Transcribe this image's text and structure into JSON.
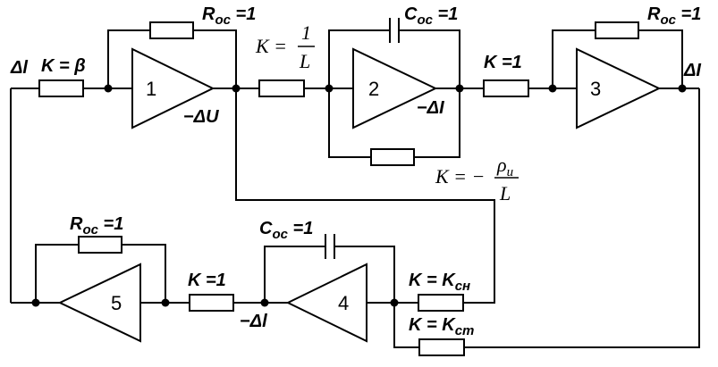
{
  "amplifiers": {
    "a1": "1",
    "a2": "2",
    "a3": "3",
    "a4": "4",
    "a5": "5"
  },
  "labels": {
    "r_oc_1": "R",
    "r_oc_1_sub": "oc",
    "r_oc_1_val": " =1",
    "c_oc_2": "C",
    "c_oc_2_sub": "oc",
    "c_oc_2_val": " =1",
    "r_oc_3": "R",
    "r_oc_3_sub": "oc",
    "r_oc_3_val": " =1",
    "r_oc_5": "R",
    "r_oc_5_sub": "oc",
    "r_oc_5_val": " =1",
    "c_oc_4": "C",
    "c_oc_4_sub": "oc",
    "c_oc_4_val": " =1",
    "k_beta": "K = β",
    "k_1_over_L_k": "K =",
    "k_1_over_L_num": "1",
    "k_1_over_L_den": "L",
    "k_1_mid": "K =1",
    "k_1_bottom": "K =1",
    "k_rho_k": "K = −",
    "k_rho_num": "ρ",
    "k_rho_num_sub": "u",
    "k_rho_den": "L",
    "k_csn": "K = K",
    "k_csn_sub": "сн",
    "k_cst": "K = K",
    "k_cst_sub": "ст",
    "delta_l_left": "Δl",
    "minus_delta_u": "−ΔU",
    "minus_delta_i": "−ΔI",
    "delta_i_right": "ΔI",
    "minus_delta_l": "−Δl"
  }
}
